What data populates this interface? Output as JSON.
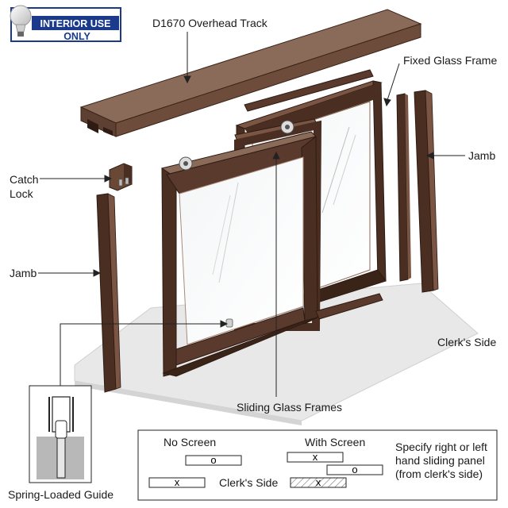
{
  "badge": {
    "line1": "INTERIOR USE",
    "line2": "ONLY"
  },
  "labels": {
    "overhead_track": "D1670 Overhead Track",
    "fixed_glass_frame": "Fixed Glass Frame",
    "jamb_right": "Jamb",
    "catch": "Catch",
    "lock": "Lock",
    "jamb_left": "Jamb",
    "clerks_side": "Clerk's Side",
    "sliding_glass_frames": "Sliding Glass Frames",
    "spring_loaded_guide": "Spring-Loaded Guide"
  },
  "legend": {
    "no_screen": "No Screen",
    "with_screen": "With Screen",
    "clerks_side": "Clerk's Side",
    "note_line1": "Specify right or left",
    "note_line2": "hand sliding panel",
    "note_line3": "(from clerk's side)",
    "mark_o": "o",
    "mark_x": "x"
  },
  "colors": {
    "frame": "#4a2e22",
    "frame_dark": "#2e1b13",
    "frame_light": "#7a5544",
    "track_top": "#8a6a58",
    "track_side": "#5e4032",
    "base": "#e8e8e8",
    "badge_blue": "#1b3a8c"
  }
}
